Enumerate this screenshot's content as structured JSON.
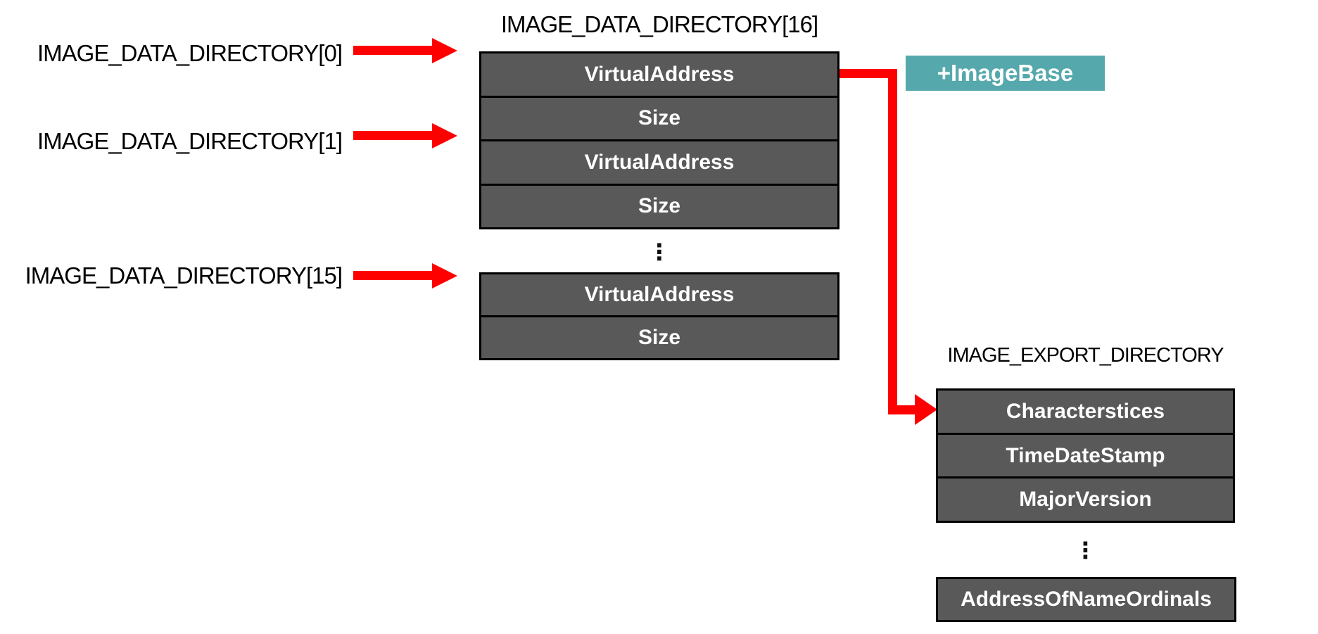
{
  "diagram": {
    "colors": {
      "background": "#ffffff",
      "row_fill": "#595959",
      "row_border": "#000000",
      "row_text": "#ffffff",
      "arrow_red": "#fe0000",
      "badge_teal": "#55a8ab",
      "label_text": "#000000"
    },
    "left_labels": [
      {
        "label": "IMAGE_DATA_DIRECTORY[0]"
      },
      {
        "label": "IMAGE_DATA_DIRECTORY[1]"
      },
      {
        "label": "IMAGE_DATA_DIRECTORY[15]"
      }
    ],
    "data_directory": {
      "title": "IMAGE_DATA_DIRECTORY[16]",
      "rows_top": [
        "VirtualAddress",
        "Size",
        "VirtualAddress",
        "Size"
      ],
      "ellipsis": "⋮",
      "rows_bottom": [
        "VirtualAddress",
        "Size"
      ]
    },
    "image_base_badge": "+ImageBase",
    "export_directory": {
      "title": "IMAGE_EXPORT_DIRECTORY",
      "rows_top": [
        "Characterstices",
        "TimeDateStamp",
        "MajorVersion"
      ],
      "ellipsis": "⋮",
      "rows_bottom": [
        "AddressOfNameOrdinals"
      ]
    }
  }
}
